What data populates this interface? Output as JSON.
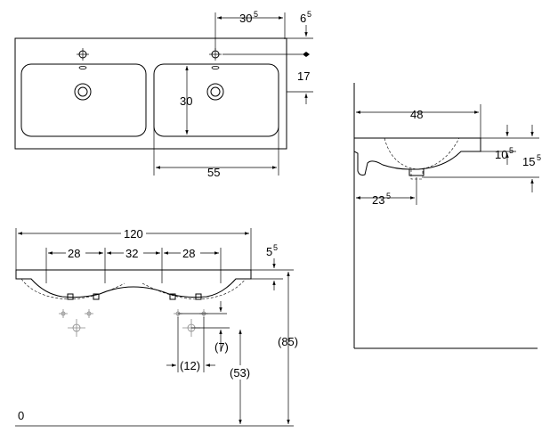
{
  "top_view": {
    "dims": {
      "d30_5": [
        "30",
        "5"
      ],
      "d6_5": [
        "6",
        "5"
      ],
      "d17": "17",
      "d30": "30",
      "d55": "55"
    }
  },
  "side_view": {
    "dims": {
      "d48": "48",
      "d10_5": [
        "10",
        "5"
      ],
      "d15_5": [
        "15",
        "5"
      ],
      "d23_5": [
        "23",
        "5"
      ]
    }
  },
  "front_view": {
    "dims": {
      "d120": "120",
      "d28a": "28",
      "d32": "32",
      "d28b": "28",
      "d5_5": [
        "5",
        "5"
      ],
      "d7": "(7)",
      "d12": "(12)",
      "d53": "(53)",
      "d85": "(85)",
      "floor": "0"
    }
  }
}
